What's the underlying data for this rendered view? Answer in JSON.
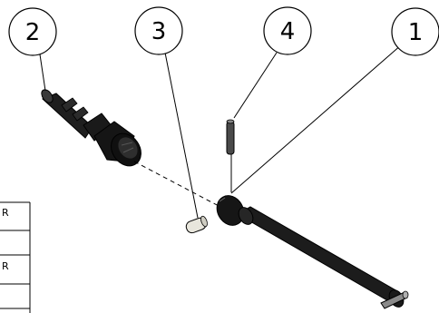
{
  "balloons": [
    {
      "label": "1"
    },
    {
      "label": "2"
    },
    {
      "label": "3"
    },
    {
      "label": "4"
    }
  ],
  "table": {
    "row1_text": "R",
    "row3_text": "R"
  }
}
